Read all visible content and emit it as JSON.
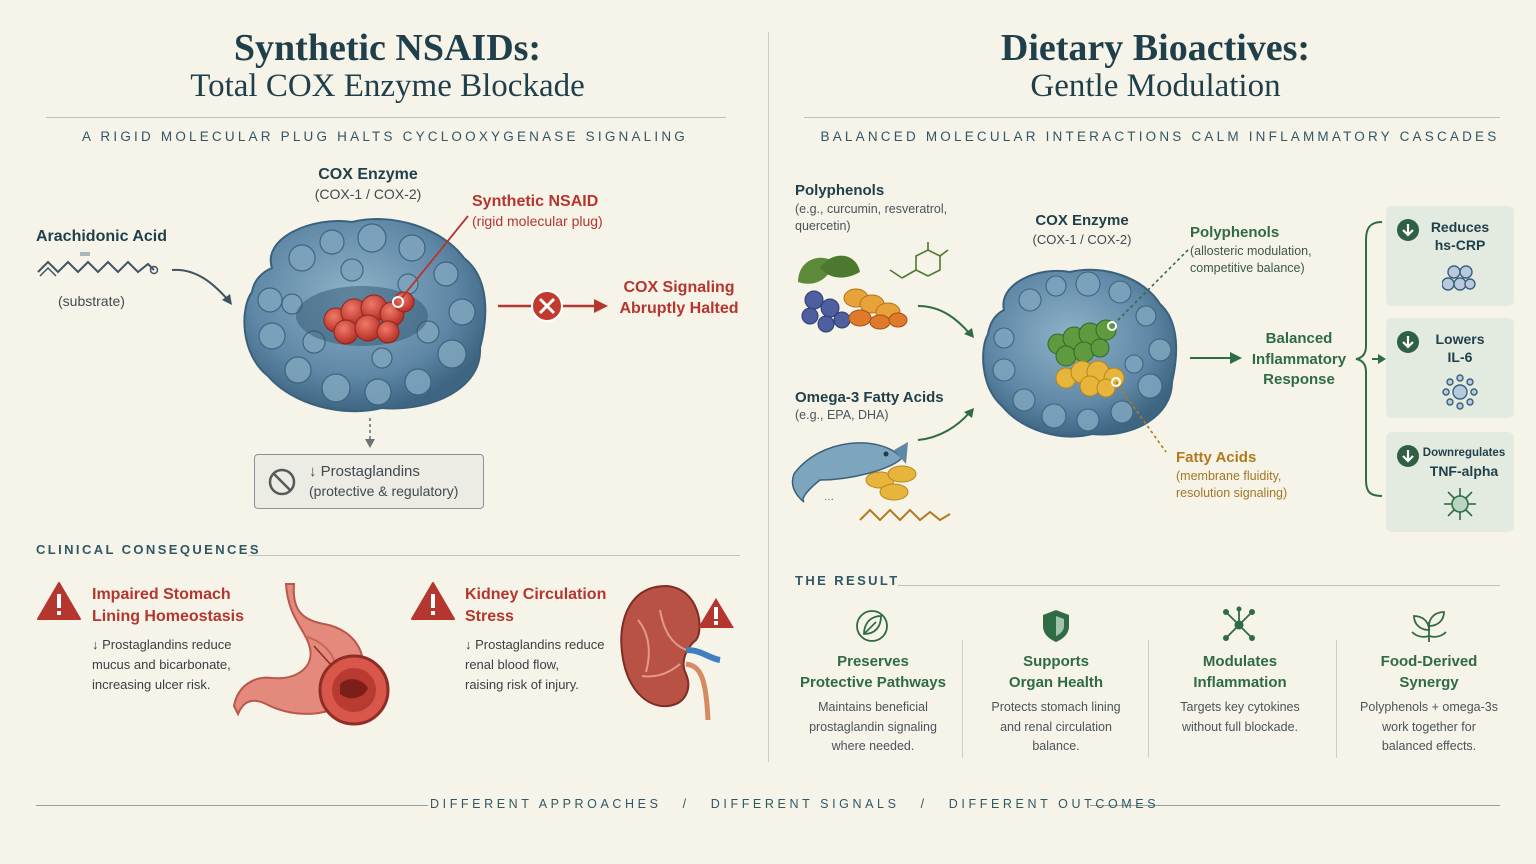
{
  "left": {
    "title": "Synthetic NSAIDs:",
    "subtitle": "Total COX Enzyme Blockade",
    "tagline": "A rigid molecular plug halts cyclooxygenase signaling",
    "arachidonic_label": "Arachidonic Acid",
    "substrate_label": "(substrate)",
    "cox_label": "COX Enzyme",
    "cox_sub": "(COX-1 / COX-2)",
    "nsaid_label": "Synthetic NSAID",
    "nsaid_sub": "(rigid molecular plug)",
    "halt_line1": "COX Signaling",
    "halt_line2": "Abruptly Halted",
    "prosta_line1": "↓ Prostaglandins",
    "prosta_line2": "(protective & regulatory)",
    "consequences_title": "Clinical Consequences",
    "consequences": [
      {
        "title1": "Impaired Stomach",
        "title2": "Lining Homeostasis",
        "t1": "↓ Prostaglandins reduce",
        "t2": "mucus and bicarbonate,",
        "t3": "increasing ulcer risk."
      },
      {
        "title1": "Kidney Circulation",
        "title2": "Stress",
        "t1": "↓ Prostaglandins reduce",
        "t2": "renal blood flow,",
        "t3": "raising risk of injury."
      }
    ]
  },
  "right": {
    "title": "Dietary Bioactives:",
    "subtitle": "Gentle Modulation",
    "tagline": "Balanced molecular interactions calm inflammatory cascades",
    "poly_label": "Polyphenols",
    "poly_sub1": "(e.g., curcumin, resveratrol,",
    "poly_sub2": "quercetin)",
    "omega_label": "Omega-3 Fatty Acids",
    "omega_sub": "(e.g., EPA, DHA)",
    "cox_label": "COX Enzyme",
    "cox_sub": "(COX-1 / COX-2)",
    "poly_mod_label": "Polyphenols",
    "poly_mod_sub1": "(allosteric modulation,",
    "poly_mod_sub2": "competitive balance)",
    "fatty_label": "Fatty Acids",
    "fatty_sub1": "(membrane fluidity,",
    "fatty_sub2": "resolution signaling)",
    "balanced_line1": "Balanced",
    "balanced_line2": "Inflammatory",
    "balanced_line3": "Response",
    "cards": [
      {
        "line1": "Reduces",
        "line2": "hs-CRP"
      },
      {
        "line1": "Lowers",
        "line2": "IL-6"
      },
      {
        "line1": "Downregulates",
        "line2": "TNF-alpha"
      }
    ],
    "result_title": "The Result",
    "results": [
      {
        "h1": "Preserves",
        "h2": "Protective Pathways",
        "t1": "Maintains beneficial",
        "t2": "prostaglandin signaling",
        "t3": "where needed."
      },
      {
        "h1": "Supports",
        "h2": "Organ Health",
        "t1": "Protects stomach lining",
        "t2": "and renal circulation",
        "t3": "balance."
      },
      {
        "h1": "Modulates",
        "h2": "Inflammation",
        "t1": "Targets key cytokines",
        "t2": "without full blockade.",
        "t3": ""
      },
      {
        "h1": "Food-Derived",
        "h2": "Synergy",
        "t1": "Polyphenols + omega-3s",
        "t2": "work together for",
        "t3": "balanced effects."
      }
    ]
  },
  "footer": {
    "p1": "Different approaches",
    "sep": "/",
    "p2": "Different signals",
    "p3": "Different outcomes"
  },
  "colors": {
    "background": "#f6f3e9",
    "navy": "#1f3f4a",
    "red": "#b4362e",
    "green": "#2f6b45",
    "gold": "#b07a1d",
    "enzyme_blue": "#5f88a6"
  }
}
